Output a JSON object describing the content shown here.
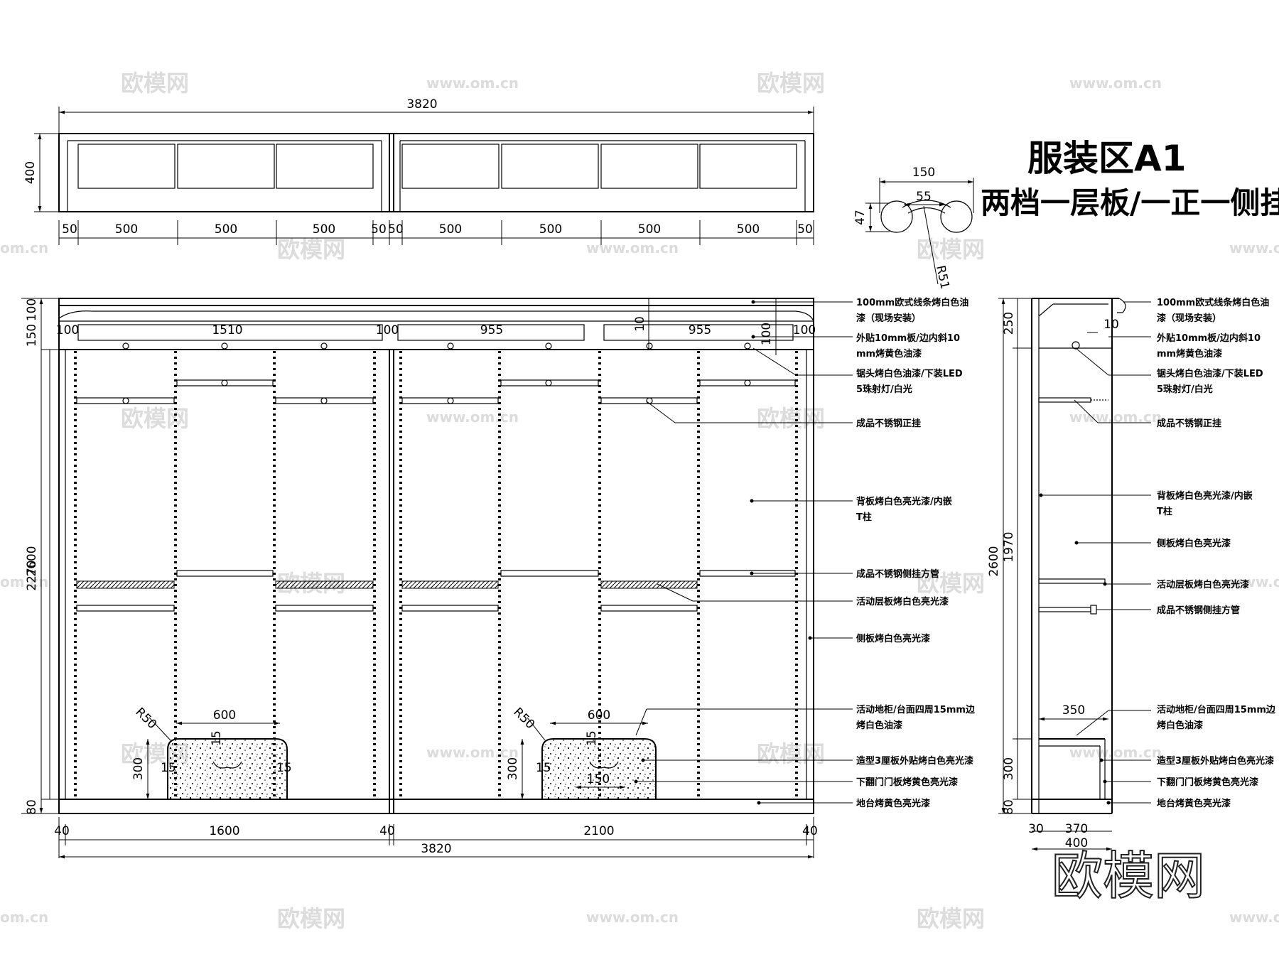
{
  "title": {
    "main": "服装区A1",
    "sub": "两档一层板/一正一侧挂"
  },
  "watermarks": {
    "logo": "欧模网",
    "url": "www.om.cn",
    "short": "om.cn",
    "big": "欧模网"
  },
  "plan": {
    "total_width": "3820",
    "depth": "400",
    "segments": [
      "50",
      "500",
      "500",
      "500",
      "50",
      "50",
      "500",
      "500",
      "500",
      "500",
      "50"
    ]
  },
  "profile": {
    "width": "150",
    "inner": "55",
    "height": "47",
    "radius": "R51"
  },
  "front": {
    "height_total": "2600",
    "height_main": "2270",
    "top_100": "100",
    "top_150": "150",
    "base_80": "80",
    "top_spans": [
      "100",
      "1510",
      "100",
      "955",
      "955",
      "100"
    ],
    "small_10": "10",
    "small_100": "100",
    "bottom_dims": [
      "40",
      "1600",
      "40",
      "2100",
      "40"
    ],
    "bottom_total": "3820",
    "cabinet": {
      "radius": "R50",
      "width": "600",
      "height": "300",
      "d15": "15",
      "handle": "150"
    }
  },
  "labels": [
    "100mm欧式线条烤白色油",
    "漆（现场安装）",
    "外贴10mm板/边内斜10",
    "mm烤黄色油漆",
    "锯头烤白色油漆/下装LED",
    "5珠射灯/白光",
    "成品不锈钢正挂",
    "背板烤白色亮光漆/内嵌",
    "T柱",
    "成品不锈钢侧挂方管",
    "活动层板烤白色亮光漆",
    "侧板烤白色亮光漆",
    "活动地柜/台面四周15mm边",
    "烤白色油漆",
    "造型3厘板外贴烤白色亮光漆",
    "下翻门门板烤黄色亮光漆",
    "地台烤黄色亮光漆"
  ],
  "side": {
    "height_total": "2600",
    "height_main": "1970",
    "top_250": "250",
    "small_10": "10",
    "d350": "350",
    "d300": "300",
    "base_80": "80",
    "bottom_30": "30",
    "bottom_370": "370",
    "bottom_400": "400",
    "labels": [
      "100mm欧式线条烤白色油",
      "漆（现场安装）",
      "外贴10mm板/边内斜10",
      "mm烤黄色油漆",
      "锯头烤白色油漆/下装LED",
      "5珠射灯/白光",
      "成品不锈钢正挂",
      "背板烤白色亮光漆/内嵌",
      "T柱",
      "侧板烤白色亮光漆",
      "活动层板烤白色亮光漆",
      "成品不锈钢侧挂方管",
      "活动地柜/台面四周15mm边",
      "烤白色油漆",
      "造型3厘板外贴烤白色亮光漆",
      "下翻门门板烤黄色亮光漆",
      "地台烤黄色亮光漆"
    ]
  }
}
